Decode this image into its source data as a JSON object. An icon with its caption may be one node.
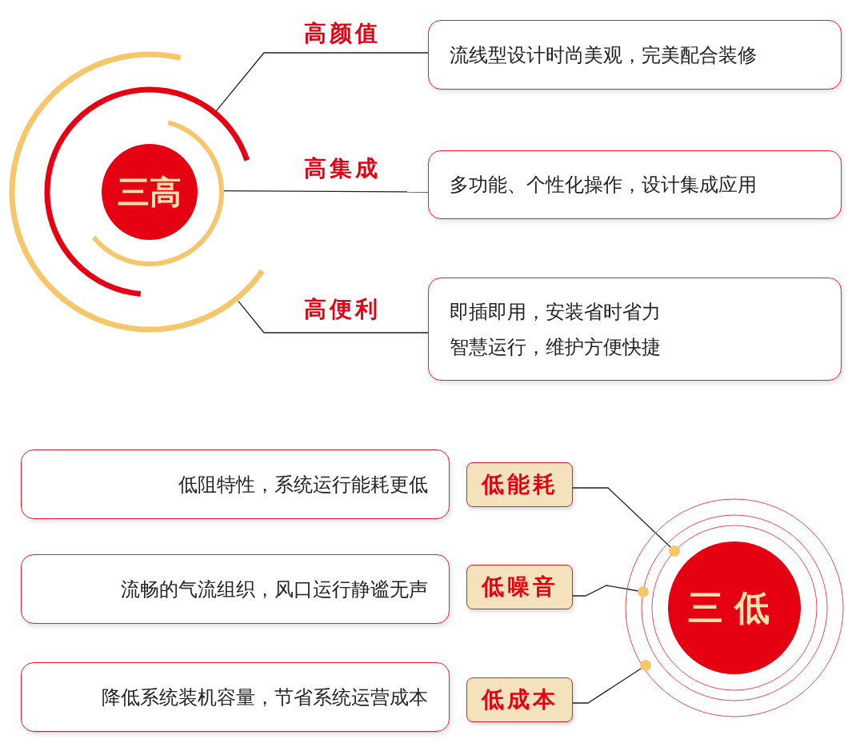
{
  "diagram": {
    "nodes": [
      {
        "text": [
          "三高"
        ]
      },
      {
        "text": [
          "流线型设计时尚美观，完美配合装修"
        ]
      },
      {
        "text": [
          "多功能、个性化操作，设计集成应用"
        ]
      },
      {
        "text": [
          "即插即用，安装省时省力",
          "智慧运行，维护方便快捷"
        ]
      },
      {
        "text": [
          "低阻特性，系统运行能耗更低"
        ]
      },
      {
        "text": [
          "低能耗"
        ]
      },
      {
        "text": [
          "流畅的气流组织，风口运行静谧无声"
        ]
      },
      {
        "text": [
          "低噪音"
        ]
      },
      {
        "text": [
          "降低系统装机容量，节省系统运营成本"
        ]
      },
      {
        "text": [
          "低成本"
        ]
      },
      {
        "text": [
          "三低"
        ]
      }
    ],
    "edges": [
      {
        "from": 0,
        "to": 1,
        "arrow": "none",
        "label": "高颜值"
      },
      {
        "from": 0,
        "to": 2,
        "arrow": "none",
        "label": "高集成"
      },
      {
        "from": 0,
        "to": 3,
        "arrow": "none",
        "label": "高便利"
      },
      {
        "from": 5,
        "to": 10,
        "arrow": "none"
      },
      {
        "from": 7,
        "to": 10,
        "arrow": "none"
      },
      {
        "from": 9,
        "to": 10,
        "arrow": "none"
      }
    ]
  }
}
